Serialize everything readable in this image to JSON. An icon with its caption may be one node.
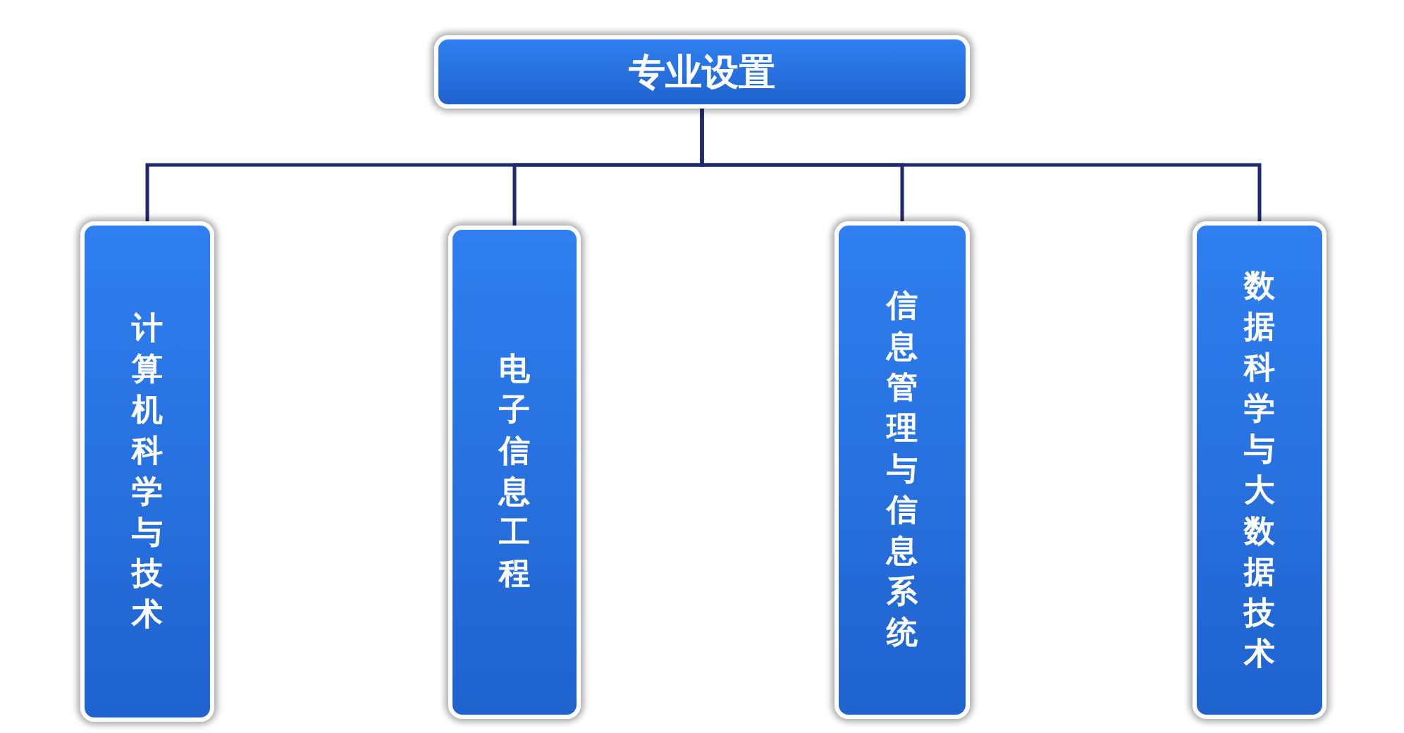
{
  "diagram": {
    "nodes": [
      {
        "text": [
          "专业设置"
        ]
      },
      {
        "text": [
          "计算机科学与技术"
        ]
      },
      {
        "text": [
          "电子信息工程"
        ]
      },
      {
        "text": [
          "信息管理与信息系统"
        ]
      },
      {
        "text": [
          "数据科学与大数据技术"
        ]
      }
    ],
    "edges": [
      {
        "from": 0,
        "to": 1,
        "arrow": "none"
      },
      {
        "from": 0,
        "to": 2,
        "arrow": "none"
      },
      {
        "from": 0,
        "to": 3,
        "arrow": "none"
      },
      {
        "from": 0,
        "to": 4,
        "arrow": "none"
      }
    ]
  }
}
